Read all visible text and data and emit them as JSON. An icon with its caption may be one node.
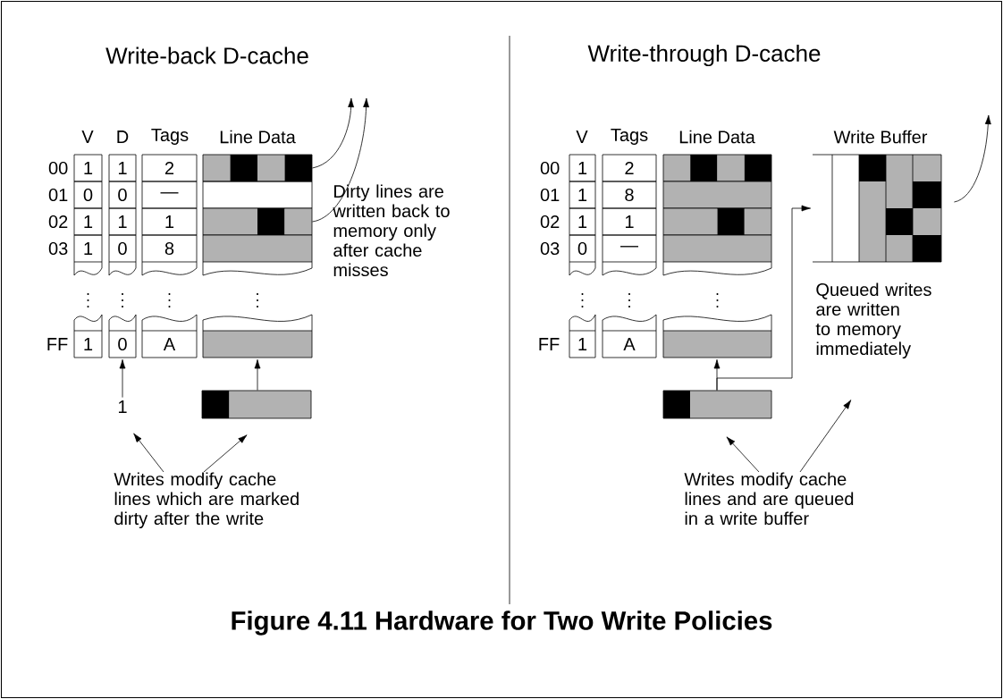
{
  "diagram": {
    "caption": "Figure 4.11  Hardware for Two Write Policies",
    "nodes": [
      {
        "text": [],
        "shape": "box"
      },
      {
        "text": [],
        "shape": "box"
      },
      {
        "text": [],
        "shape": "box"
      },
      {
        "text": [],
        "shape": "box"
      },
      {
        "text": [
          "0"
        ]
      },
      {
        "text": [],
        "shape": "box"
      },
      {
        "text": [
          "1"
        ]
      },
      {
        "text": [],
        "shape": "box"
      },
      {
        "text": [
          "Writes modify cache lines which are marked dirty after the write"
        ]
      },
      {
        "text": [],
        "shape": "box"
      },
      {
        "text": [],
        "shape": "box"
      },
      {
        "text": [],
        "shape": "box"
      },
      {
        "text": [],
        "shape": "box"
      },
      {
        "text": [
          "Write Buffer"
        ]
      },
      {
        "text": [],
        "shape": "box"
      },
      {
        "text": [],
        "shape": "box"
      },
      {
        "text": [
          "Writes modify cache lines and are queued in a write buffer"
        ]
      }
    ],
    "edges": [
      {
        "from": 0,
        "to": null,
        "arrow": "to"
      },
      {
        "from": 2,
        "to": null,
        "arrow": "to"
      },
      {
        "from": 6,
        "to": 4,
        "arrow": "to"
      },
      {
        "from": 7,
        "to": 5,
        "arrow": "to"
      },
      {
        "from": 8,
        "to": 6,
        "arrow": "to"
      },
      {
        "from": 8,
        "to": 7,
        "arrow": "to"
      },
      {
        "from": 15,
        "to": 14,
        "arrow": "to"
      },
      {
        "from": 15,
        "to": 13,
        "arrow": "to"
      },
      {
        "from": 13,
        "to": null,
        "arrow": "to"
      },
      {
        "from": 16,
        "to": 15,
        "arrow": "to"
      },
      {
        "from": 16,
        "to": null,
        "arrow": "to"
      }
    ],
    "labels": [
      "Write-back D-cache",
      "Write-through D-cache",
      "V",
      "D",
      "Tags",
      "Line Data",
      "00",
      "1",
      "1",
      "2",
      "01",
      "0",
      "0",
      "—",
      "02",
      "1",
      "1",
      "1",
      "03",
      "1",
      "0",
      "8",
      "FF",
      "1",
      "A",
      "Dirty lines are written back to memory only after cache misses",
      "V",
      "Tags",
      "Line Data",
      "00",
      "1",
      "2",
      "01",
      "1",
      "8",
      "02",
      "1",
      "1",
      "03",
      "0",
      "—",
      "FF",
      "1",
      "A",
      "Queued writes are written to memory immediately"
    ]
  }
}
